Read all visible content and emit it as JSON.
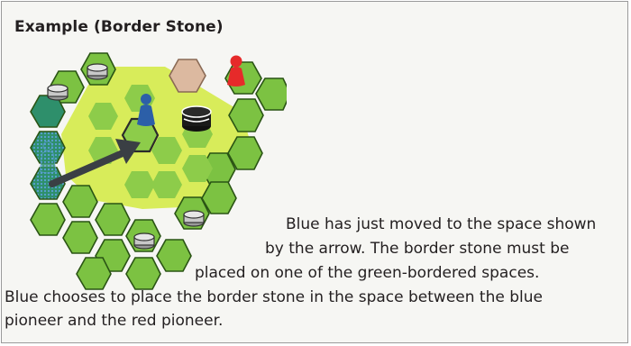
{
  "example": {
    "title": "Example (Border Stone)",
    "caption_lines": [
      "Blue has just moved to the space shown",
      "by the arrow. The border stone must be",
      "placed on one of the green-bordered spaces.",
      "Blue chooses to place the border stone in the space between the blue",
      "pioneer and the red pioneer."
    ]
  },
  "board": {
    "pieces": [
      "border-stone-icon",
      "blue-pioneer-icon",
      "red-pioneer-icon",
      "white-stone-icon",
      "move-arrow-icon"
    ],
    "colors": {
      "hex_fill": "#7cc242",
      "hex_stroke": "#2a5414",
      "highlight": "#d8ec5a",
      "tan_space": "#dcb9a0",
      "teal_space": "#2e8f6b",
      "blue_pioneer": "#2c5fa8",
      "red_pioneer": "#e62a2a",
      "border_stone": "#1a1a1a"
    }
  }
}
